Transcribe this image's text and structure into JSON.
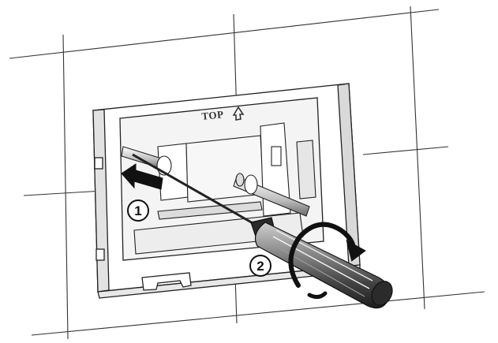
{
  "frame_label": {
    "text": "TOP"
  },
  "steps": [
    {
      "label": "1"
    },
    {
      "label": "2"
    }
  ],
  "colors": {
    "line_art": "#222222",
    "tile_joints": "#333333",
    "frame_fill": "#ffffff",
    "frame_shade": "#d9d9d9",
    "background": "#ffffff"
  },
  "icons": {
    "direction_arrow": "arrow-left-icon",
    "rotation_arrow": "rotate-clockwise-icon",
    "top_arrow": "arrow-up-icon"
  }
}
